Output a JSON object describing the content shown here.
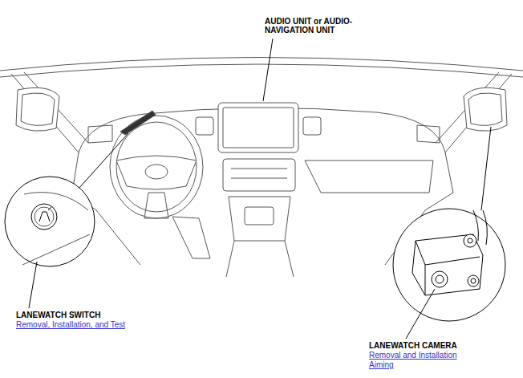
{
  "diagram": {
    "labels": [
      "AUDIO UNIT or AUDIO-NAVIGATION UNIT",
      "LANEWATCH SWITCH",
      "Removal, Installation, and Test",
      "LANEWATCH CAMERA",
      "Removal and Installation",
      "Aiming"
    ]
  }
}
